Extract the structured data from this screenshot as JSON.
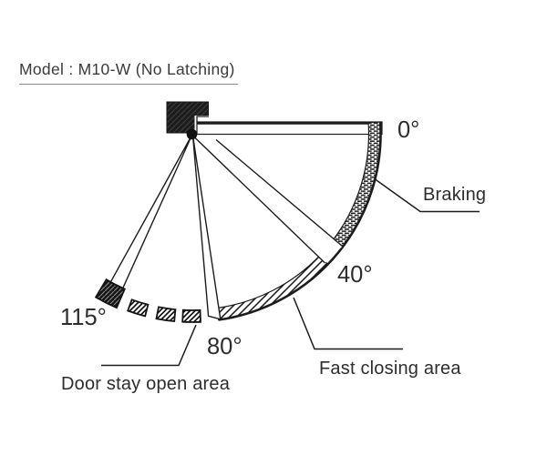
{
  "header": {
    "title": "Model : M10-W (No Latching)"
  },
  "diagram": {
    "type": "door-closer-closing-angle-diagram",
    "model": "M10-W",
    "latching": "No Latching",
    "angle_labels": {
      "closed": "0°",
      "fast_closing_start": "40°",
      "stay_open_start": "80°",
      "max_open": "115°"
    },
    "zone_labels": {
      "braking": "Braking",
      "fast_closing": "Fast closing area",
      "door_stay_open": "Door stay open area"
    },
    "zones": [
      {
        "name": "Braking",
        "from_deg": 0,
        "to_deg": 40
      },
      {
        "name": "Fast closing area",
        "from_deg": 40,
        "to_deg": 80
      },
      {
        "name": "Door stay open area",
        "from_deg": 80,
        "to_deg": 115
      }
    ],
    "colors": {
      "line": "#1c1c1c",
      "text": "#2d2d2d",
      "title_text": "#3a3a3a",
      "background": "#ffffff"
    }
  }
}
